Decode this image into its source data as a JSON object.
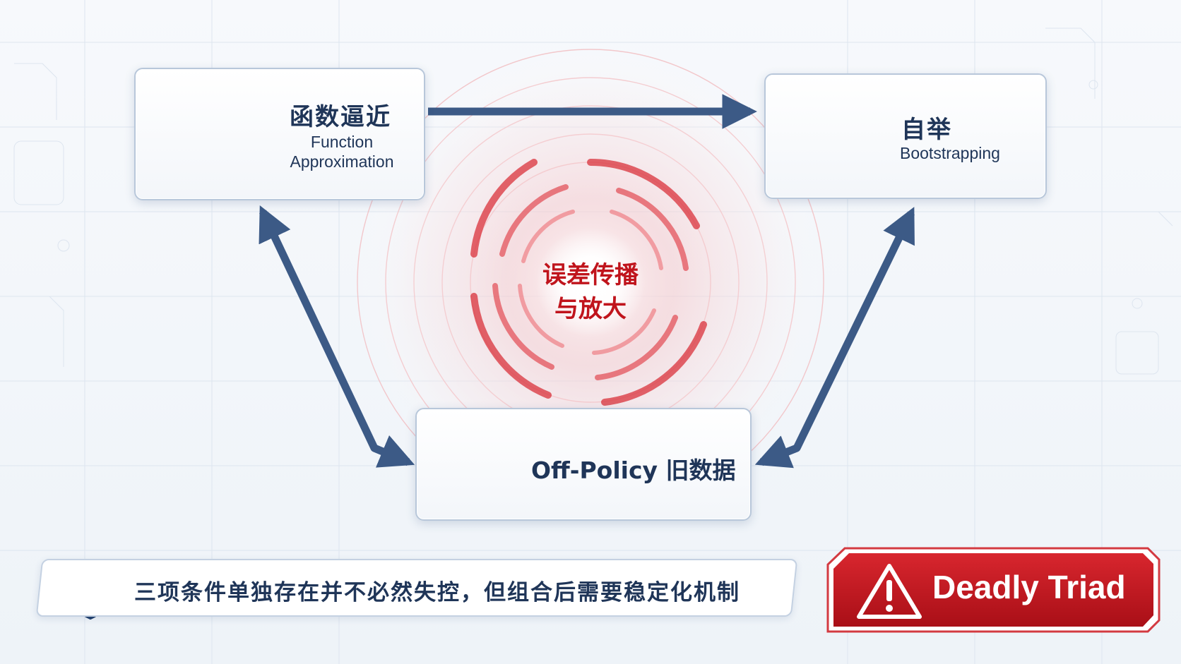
{
  "nodes": {
    "function_approximation": {
      "title": "函数逼近",
      "subtitle_line1": "Function",
      "subtitle_line2": "Approximation",
      "icon": "neural-network-icon"
    },
    "bootstrapping": {
      "title": "自举",
      "subtitle": "Bootstrapping",
      "icon": "refresh-cycle-icon"
    },
    "off_policy": {
      "title": "Off-Policy 旧数据",
      "icon": "database-icon"
    }
  },
  "center": {
    "line1": "误差传播",
    "line2": "与放大",
    "icon": "vortex-swirl"
  },
  "footer": {
    "text": "三项条件单独存在并不必然失控，但组合后需要稳定化机制",
    "icon": "shield-check-icon"
  },
  "badge": {
    "text": "Deadly Triad",
    "icon": "warning-triangle-icon"
  },
  "colors": {
    "arrow": "#3c5a86",
    "node_text": "#1f3558",
    "accent_red": "#c0141c",
    "badge_red": "#c2171f",
    "node_border": "#b8c7da"
  }
}
